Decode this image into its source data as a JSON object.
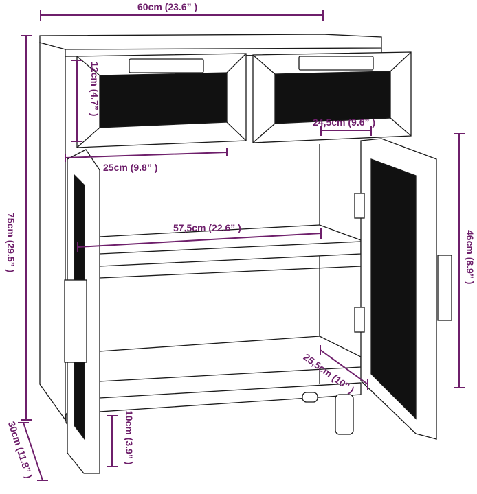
{
  "diagram": {
    "subject": "Sideboard cabinet with 2 rattan drawers and 2 rattan doors, dimension drawing",
    "dimension_color": "#6e1f6b",
    "line_color": "#1a1a1a",
    "mesh_color": "#111111"
  },
  "dimensions": {
    "width": "60cm (23.6” )",
    "height": "75cm (29.5” )",
    "depth": "30cm (11.8” )",
    "drawer_height": "12cm (4.7” )",
    "drawer_width": "25cm (9.8” )",
    "drawer_inner_width": "24,5cm (9.6” )",
    "inner_width": "57,5cm (22.6” )",
    "compartment_height": "46cm (8.9” )",
    "inner_depth": "25,5cm (10” )",
    "leg_height": "10cm (3.9” )"
  }
}
